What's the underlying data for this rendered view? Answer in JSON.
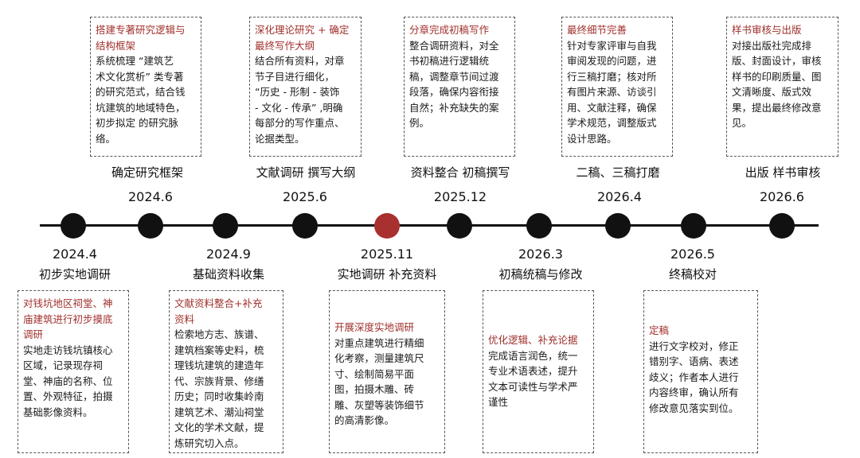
{
  "colors": {
    "accent": "#a0302c",
    "dot": "#111111",
    "highlight_dot": "#a8302e",
    "axis": "#111111"
  },
  "top": [
    {
      "date": "2024.6",
      "label": "确定研究框架",
      "title": "搭建专著研究逻辑与\n结构框架",
      "body": " 系统梳理 “建筑艺\n术文化赏析” 类专著\n的研究范式，结合钱\n坑建筑的地域特色，\n初步拟定 的研究脉\n络。"
    },
    {
      "date": "2025.6",
      "label": "文献调研 撰写大纲",
      "title": "深化理论研究 + 确定\n最终写作大纲",
      "body": "结合所有资料，对章\n节子目进行细化，\n“历史 - 形制 - 装饰\n- 文化 - 传承” ,明确\n每部分的写作重点、\n论据类型。"
    },
    {
      "date": "2025.12",
      "label": "资料整合 初稿撰写",
      "title": "分章完成初稿写作",
      "body": " 整合调研资料，对全\n书初稿进行逻辑统\n稿，调整章节间过渡\n段落，确保内容衔接\n自然；补充缺失的案\n例。"
    },
    {
      "date": "2026.4",
      "label": "二稿、三稿打磨",
      "title": "最终细节完善",
      "body": " 针对专家评审与自我\n审阅发现的问题，进\n行三稿打磨；核对所\n有图片来源、访谈引\n用、文献注释，确保\n学术规范，调整版式\n设计思路。"
    },
    {
      "date": "2026.6",
      "label": "出版 样书审核",
      "title": "样书审核与出版",
      "body": " 对接出版社完成排\n版、封面设计，审核\n样书的印刷质量、图\n文清晰度、版式效\n果，提出最终修改意\n见。"
    }
  ],
  "bottom": [
    {
      "date": "2024.4",
      "label": "初步实地调研",
      "title": "对钱坑地区祠堂、神\n庙建筑进行初步摸底\n调研",
      "body": " 实地走访钱坑镇核心\n区域，记录现存祠\n堂、神庙的名称、位\n置、外观特征，拍摄\n基础影像资料。"
    },
    {
      "date": "2024.9",
      "label": "基础资料收集",
      "title": "文献资料整合+补充\n资料",
      "body": " 检索地方志、族谱、\n建筑档案等史料，梳\n理钱坑建筑的建造年\n代、宗族背景、修缮\n历史；同时收集岭南\n建筑艺术、潮汕祠堂\n文化的学术文献，提\n炼研究切入点。"
    },
    {
      "date": "2025.11",
      "label": "实地调研 补充资料",
      "title": "开展深度实地调研",
      "body": "对重点建筑进行精细\n化考察，测量建筑尺\n寸、绘制简易平面\n图，拍摄木雕、砖\n雕、灰塑等装饰细节\n的高清影像。"
    },
    {
      "date": "2026.3",
      "label": "初稿统稿与修改",
      "title": "优化逻辑、补充论据",
      "body": " 完成语言润色，统一\n专业术语表述，提升\n文本可读性与学术严\n谨性"
    },
    {
      "date": "2026.5",
      "label": "终稿校对",
      "title": "定稿",
      "body": "进行文字校对，修正\n错别字、语病、表述\n歧义；作者本人进行\n内容终审，确认所有\n修改意见落实到位。"
    }
  ]
}
